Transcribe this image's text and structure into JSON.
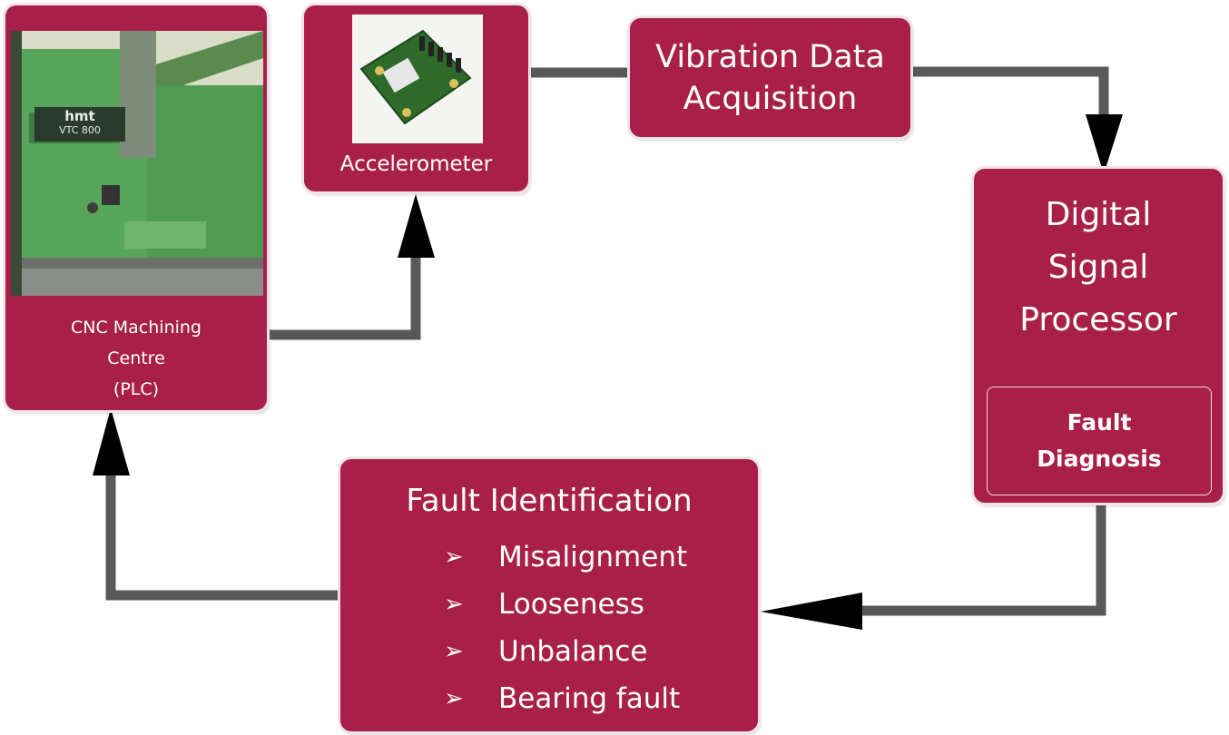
{
  "nodes": {
    "cnc": {
      "line1": "CNC Machining",
      "line2": "Centre",
      "line3": "(PLC)"
    },
    "accelerometer": {
      "label": "Accelerometer"
    },
    "acquisition": {
      "line1": "Vibration Data",
      "line2": "Acquisition"
    },
    "dsp": {
      "line1": "Digital",
      "line2": "Signal",
      "line3": "Processor",
      "sub1": "Fault",
      "sub2": "Diagnosis"
    },
    "fault": {
      "title": "Fault Identification",
      "items": [
        "Misalignment",
        "Looseness",
        "Unbalance",
        "Bearing fault"
      ],
      "bullet": "➢"
    }
  },
  "machine_plate": {
    "brand": "hmt",
    "model": "VTC 800"
  },
  "colors": {
    "box": "#a8204a",
    "connector": "#595959",
    "arrowhead": "#000000"
  }
}
